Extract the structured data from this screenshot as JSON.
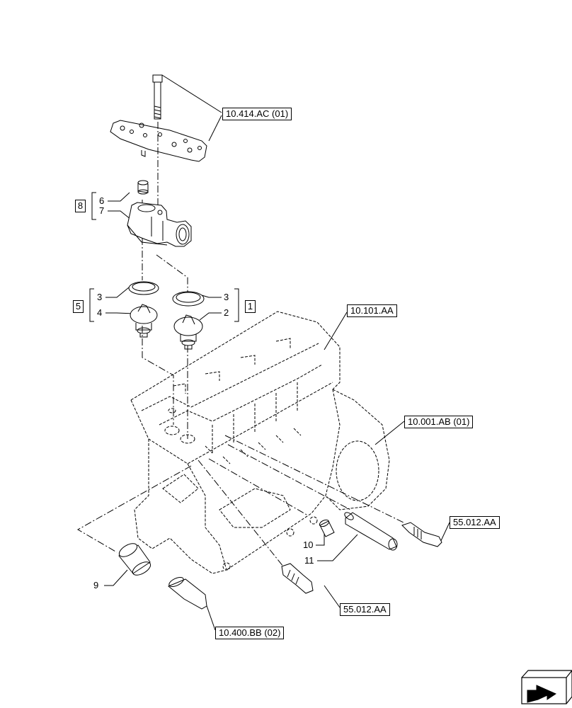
{
  "references": {
    "r_10414": "10.414.AC (01)",
    "r_10101": "10.101.AA",
    "r_10001": "10.001.AB (01)",
    "r_55012_right": "55.012.AA",
    "r_55012_bottom": "55.012.AA",
    "r_10400": "10.400.BB (02)"
  },
  "kits": {
    "k8": "8",
    "k5": "5",
    "k1": "1"
  },
  "parts": {
    "p6": "6",
    "p7": "7",
    "p3_left": "3",
    "p4": "4",
    "p3_right": "3",
    "p2": "2",
    "p10": "10",
    "p11": "11",
    "p9": "9"
  },
  "icons": {
    "nav": "arrow-next-page-icon"
  }
}
